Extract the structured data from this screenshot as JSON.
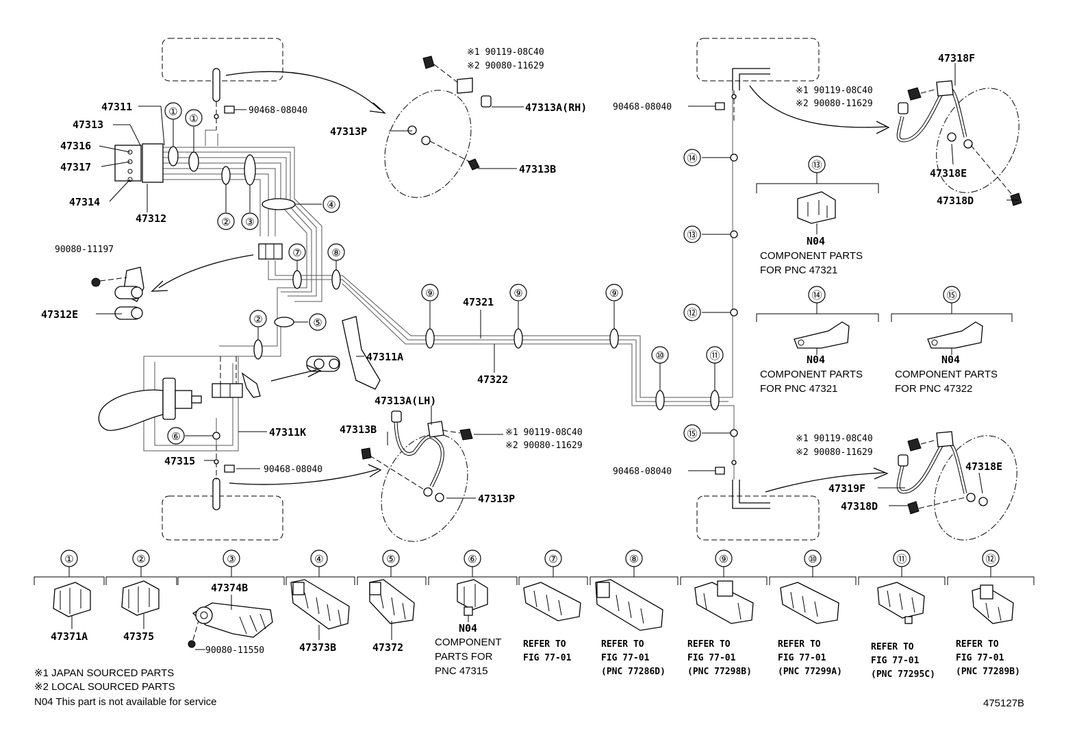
{
  "callouts": {
    "c1a": "47311",
    "c2a": "47313",
    "c3a": "47316",
    "c4a": "47317",
    "c5a": "47314",
    "c6a": "47312",
    "c7a": "90468-08040",
    "c8a": "90080-11197",
    "c9a": "47312E",
    "c10a": "47311A",
    "c11a": "47321",
    "c12a": "47322",
    "c13a": "47311K",
    "c14a": "47315",
    "c15a": "90468-08040",
    "c16a": "47313A(RH)",
    "c17a": "47313P",
    "c18a": "47313B",
    "c19a": "47313A(LH)",
    "c20a": "47313B",
    "c21a": "47313P",
    "c22a": "90468-08040",
    "c23a": "90468-08040",
    "c24a": "47318F",
    "c25a": "47318E",
    "c26a": "47318D",
    "c27a": "47319F",
    "c28a": "47318E",
    "c29a": "47318D",
    "c30a": "47374B",
    "c31a": "90080-11550"
  },
  "bolt_pairs": {
    "rh_front": {
      "japan": "※1 90119-08C40",
      "local": "※2 90080-11629"
    },
    "lh_front": {
      "japan": "※1 90119-08C40",
      "local": "※2 90080-11629"
    },
    "rh_rear": {
      "japan": "※1 90119-08C40",
      "local": "※2 90080-11629"
    },
    "lh_rear": {
      "japan": "※1 90119-08C40",
      "local": "※2 90080-11629"
    }
  },
  "clamp_markers": {
    "m1": "①",
    "m2": "②",
    "m3": "③",
    "m4": "④",
    "m5": "⑤",
    "m6": "⑥",
    "m7": "⑦",
    "m8": "⑧",
    "m9": "⑨",
    "m10": "⑩",
    "m11": "⑪",
    "m12": "⑫",
    "m13": "⑬",
    "m14": "⑭",
    "m15": "⑮"
  },
  "component_groups": {
    "g13": {
      "marker": "⑬",
      "code": "N04",
      "line1": "COMPONENT PARTS",
      "line2": "FOR PNC 47321"
    },
    "g14": {
      "marker": "⑭",
      "code": "N04",
      "line1": "COMPONENT PARTS",
      "line2": "FOR PNC 47321"
    },
    "g15": {
      "marker": "⑮",
      "code": "N04",
      "line1": "COMPONENT PARTS",
      "line2": "FOR PNC 47322"
    }
  },
  "bottom_row": [
    {
      "marker": "①",
      "label": "47371A"
    },
    {
      "marker": "②",
      "label": "47375"
    },
    {
      "marker": "③",
      "label": "47374B"
    },
    {
      "marker": "④",
      "label": "47373B"
    },
    {
      "marker": "⑤",
      "label": "47372"
    },
    {
      "marker": "⑥",
      "code": "N04",
      "line1": "COMPONENT",
      "line2": "PARTS FOR",
      "line3": "PNC 47315"
    },
    {
      "marker": "⑦",
      "line1": "REFER TO",
      "line2": "FIG 77-01"
    },
    {
      "marker": "⑧",
      "line1": "REFER TO",
      "line2": "FIG 77-01",
      "line3": "(PNC 77286D)"
    },
    {
      "marker": "⑨",
      "line1": "REFER TO",
      "line2": "FIG 77-01",
      "line3": "(PNC 77298B)"
    },
    {
      "marker": "⑩",
      "line1": "REFER TO",
      "line2": "FIG 77-01",
      "line3": "(PNC 77299A)"
    },
    {
      "marker": "⑪",
      "line1": "REFER TO",
      "line2": "FIG 77-01",
      "line3": "(PNC 77295C)"
    },
    {
      "marker": "⑫",
      "line1": "REFER TO",
      "line2": "FIG 77-01",
      "line3": "(PNC 77289B)"
    }
  ],
  "notes": {
    "n1": "※1 JAPAN SOURCED PARTS",
    "n2": "※2 LOCAL SOURCED PARTS",
    "n3": "N04 This part is not available for service"
  },
  "figure_id": "475127B"
}
